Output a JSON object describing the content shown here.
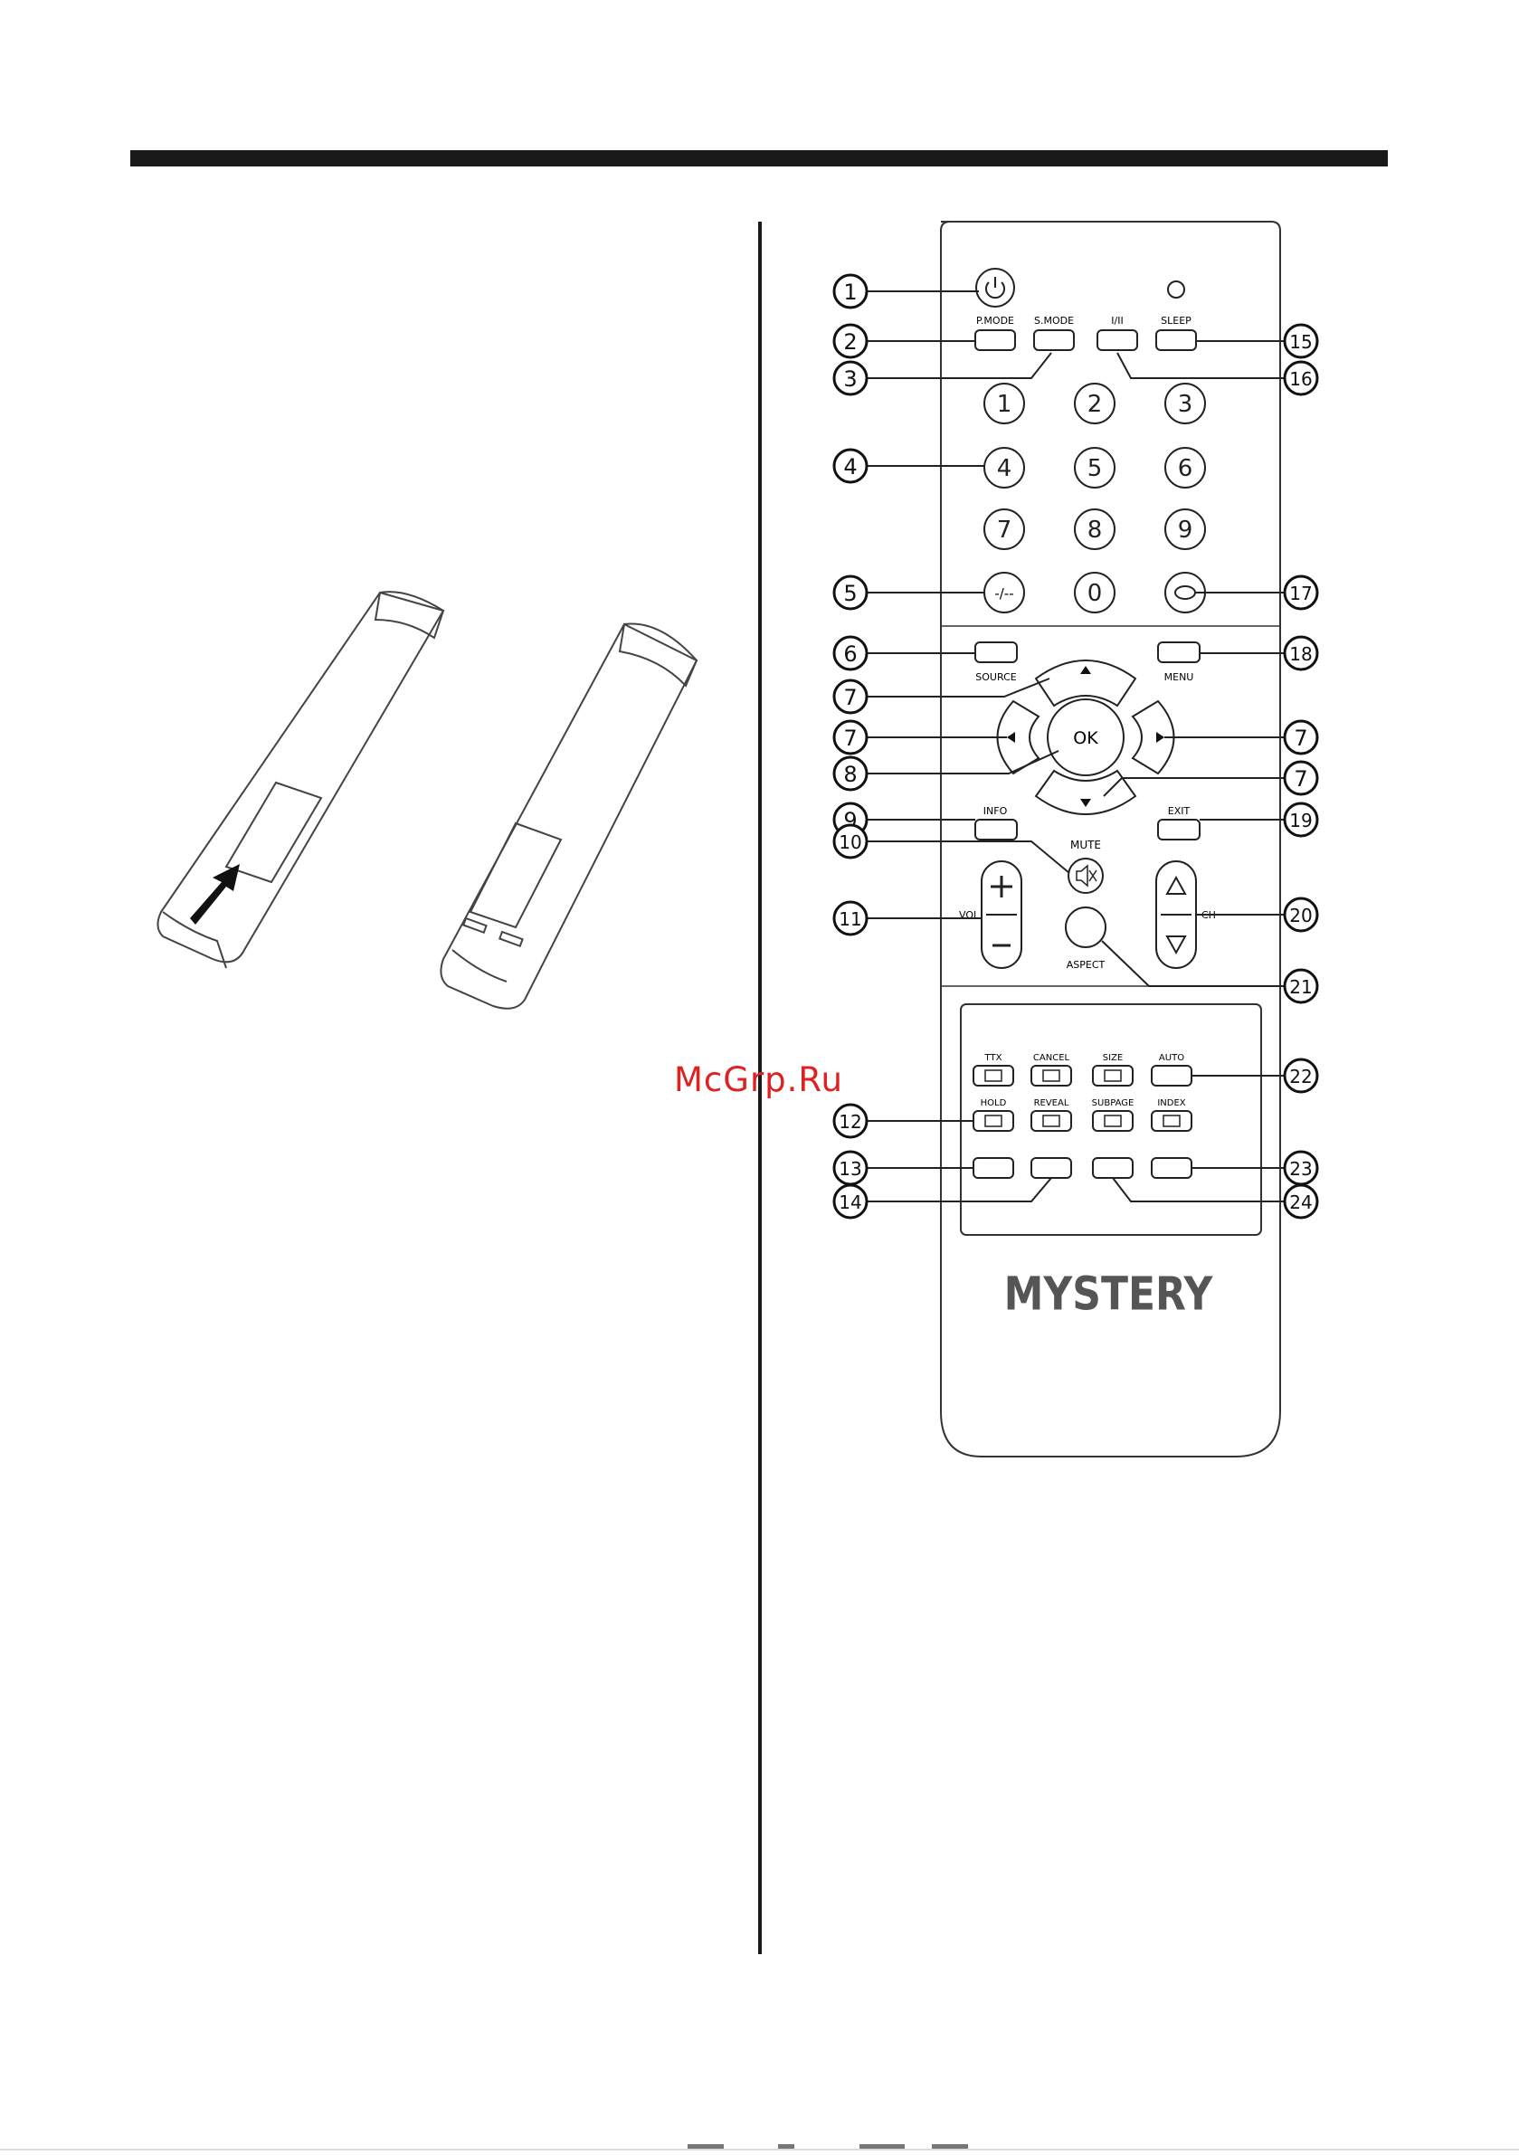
{
  "watermark": "McGrp.Ru",
  "brand": "MYSTERY",
  "callouts": [
    "1",
    "2",
    "3",
    "4",
    "5",
    "6",
    "7",
    "7",
    "8",
    "9",
    "10",
    "11",
    "12",
    "13",
    "14",
    "15",
    "16",
    "17",
    "18",
    "7",
    "7",
    "19",
    "20",
    "21",
    "22",
    "23",
    "24"
  ],
  "buttons": {
    "pmode": "P.MODE",
    "smode": "S.MODE",
    "dual": "I/II",
    "sleep": "SLEEP",
    "source": "SOURCE",
    "menu": "MENU",
    "ok": "OK",
    "info": "INFO",
    "exit": "EXIT",
    "mute": "MUTE",
    "vol": "VOL",
    "ch": "CH",
    "aspect": "ASPECT",
    "ttx": "TTX",
    "cancel": "CANCEL",
    "size": "SIZE",
    "auto": "AUTO",
    "hold": "HOLD",
    "reveal": "REVEAL",
    "subpage": "SUBPAGE",
    "index": "INDEX",
    "dash": "-/--"
  },
  "digits": [
    "1",
    "2",
    "3",
    "4",
    "5",
    "6",
    "7",
    "8",
    "9",
    "0"
  ]
}
